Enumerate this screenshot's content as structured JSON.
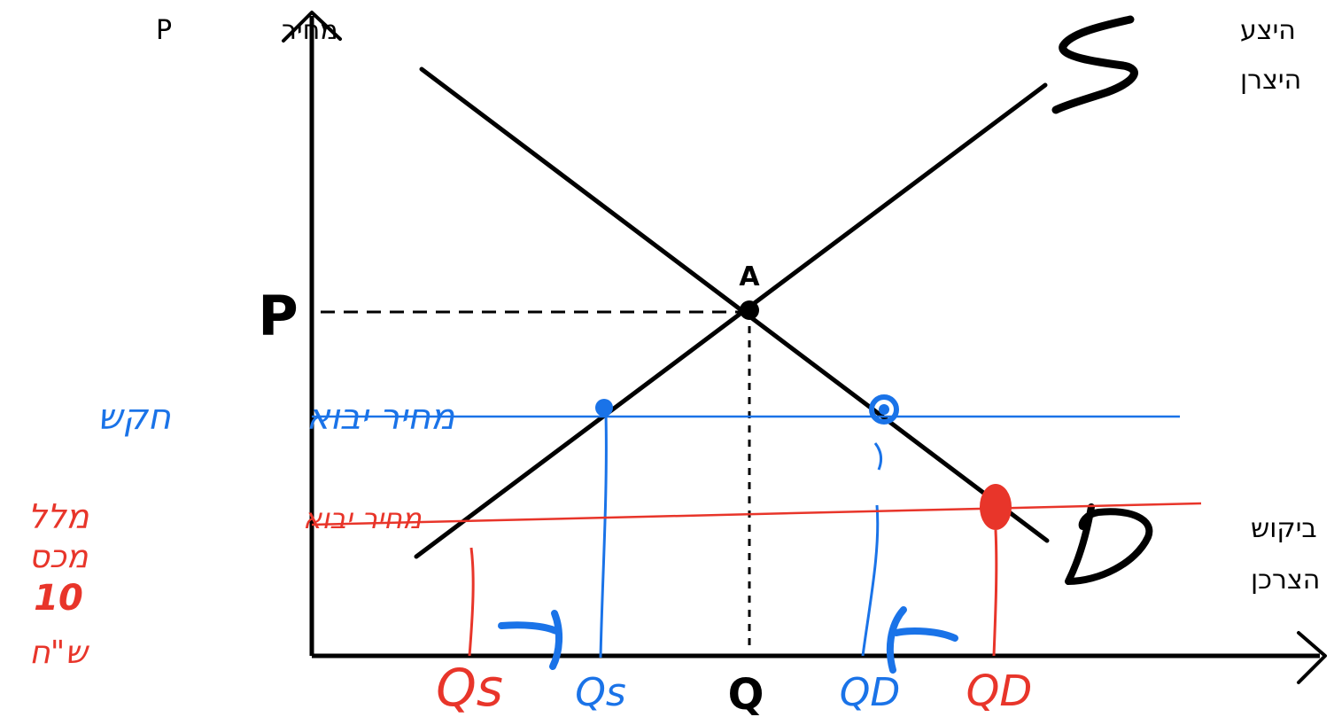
{
  "axes": {
    "y_label_hebrew": "מחיר",
    "y_label_symbol": "P",
    "x_label_equilibrium": "Q",
    "p_label": "P"
  },
  "curves": {
    "supply_label_line1": "היצע",
    "supply_label_line2": "היצרן",
    "supply_letter": "S",
    "demand_label_line1": "ביקוש",
    "demand_label_line2": "הצרכן",
    "demand_letter": "D"
  },
  "points": {
    "equilibrium": "A"
  },
  "annotations": {
    "blue_price_label": "מחיר יבוא",
    "blue_side_label": "חקש",
    "red_price_label": "מחיר יבוא",
    "red_side_line1": "מלל",
    "red_side_line2": "מכס",
    "red_side_line3": "10",
    "red_side_line4": "ש\"ח",
    "qs_red": "Qs",
    "qs_blue": "Qs",
    "qd_blue": "QD",
    "qd_red": "QD"
  },
  "colors": {
    "black": "#000000",
    "blue": "#1a73e8",
    "red": "#e8352a"
  }
}
